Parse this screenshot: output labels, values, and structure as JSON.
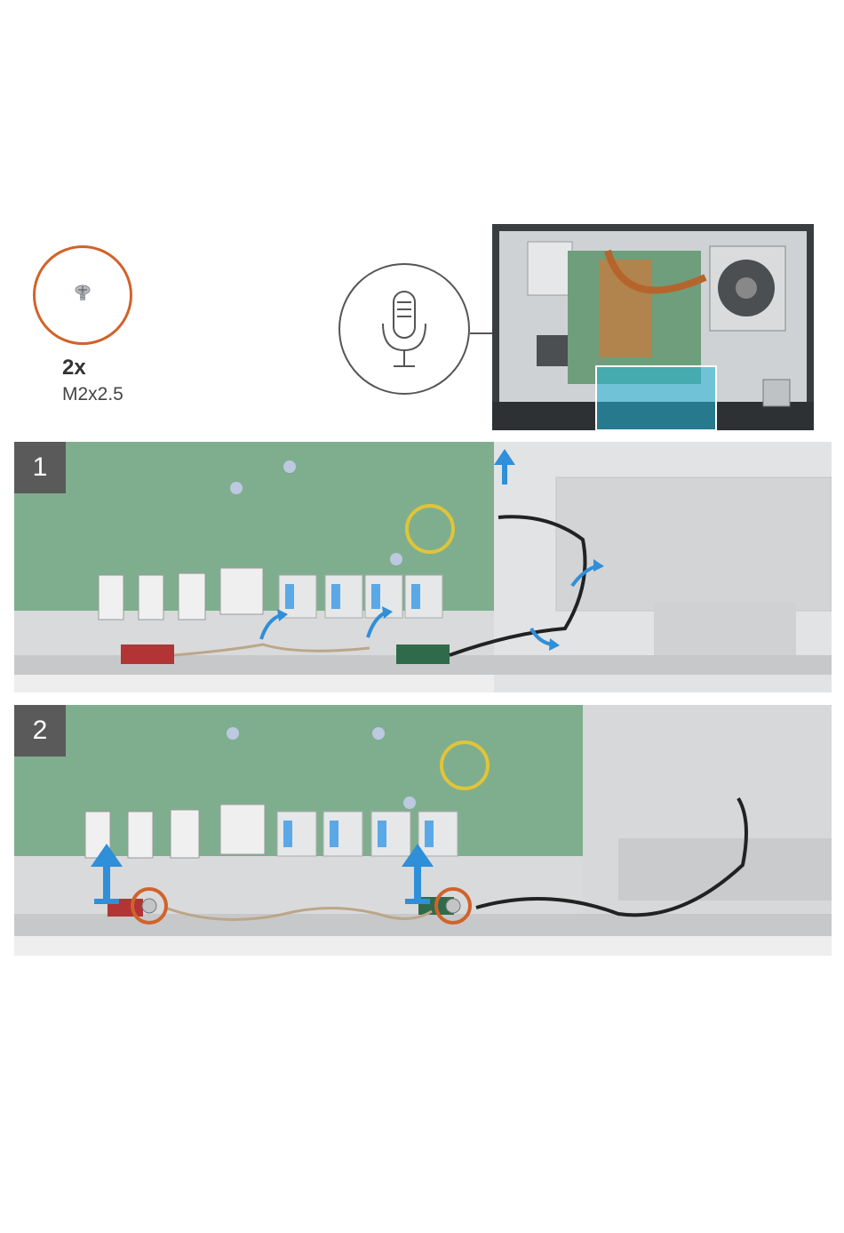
{
  "screw": {
    "quantity": "2x",
    "size": "M2x2.5"
  },
  "callout": {
    "icon": "microphone-icon"
  },
  "steps": [
    {
      "number": "1"
    },
    {
      "number": "2"
    }
  ],
  "colors": {
    "screw_ring": "#d2622a",
    "arrow": "#2f8fd8",
    "board": "#7fae8f",
    "step_badge": "#5a5a5a"
  }
}
